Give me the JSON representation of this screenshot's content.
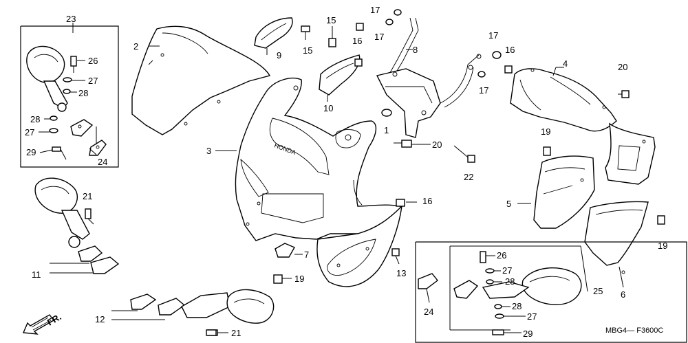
{
  "diagram": {
    "drawing_code": "MBG4— F3600C",
    "direction_label": "FR.",
    "fairing_brand": "HONDA",
    "callouts": {
      "c1": "1",
      "c2": "2",
      "c3": "3",
      "c4": "4",
      "c5": "5",
      "c6": "6",
      "c7": "7",
      "c8": "8",
      "c9": "9",
      "c10": "10",
      "c11": "11",
      "c12": "12",
      "c13": "13",
      "c15a": "15",
      "c15b": "15",
      "c16a": "16",
      "c16b": "16",
      "c16c": "16",
      "c17a": "17",
      "c17b": "17",
      "c17c": "17",
      "c17d": "17",
      "c19a": "19",
      "c19b": "19",
      "c19c": "19",
      "c20a": "20",
      "c20b": "20",
      "c21a": "21",
      "c21b": "21",
      "c22": "22",
      "c23": "23",
      "c24a": "24",
      "c24b": "24",
      "c25": "25",
      "c26a": "26",
      "c26b": "26",
      "c27a": "27",
      "c27b": "27",
      "c27c": "27",
      "c27d": "27",
      "c28a": "28",
      "c28b": "28",
      "c28c": "28",
      "c28d": "28",
      "c29a": "29",
      "c29b": "29"
    }
  }
}
